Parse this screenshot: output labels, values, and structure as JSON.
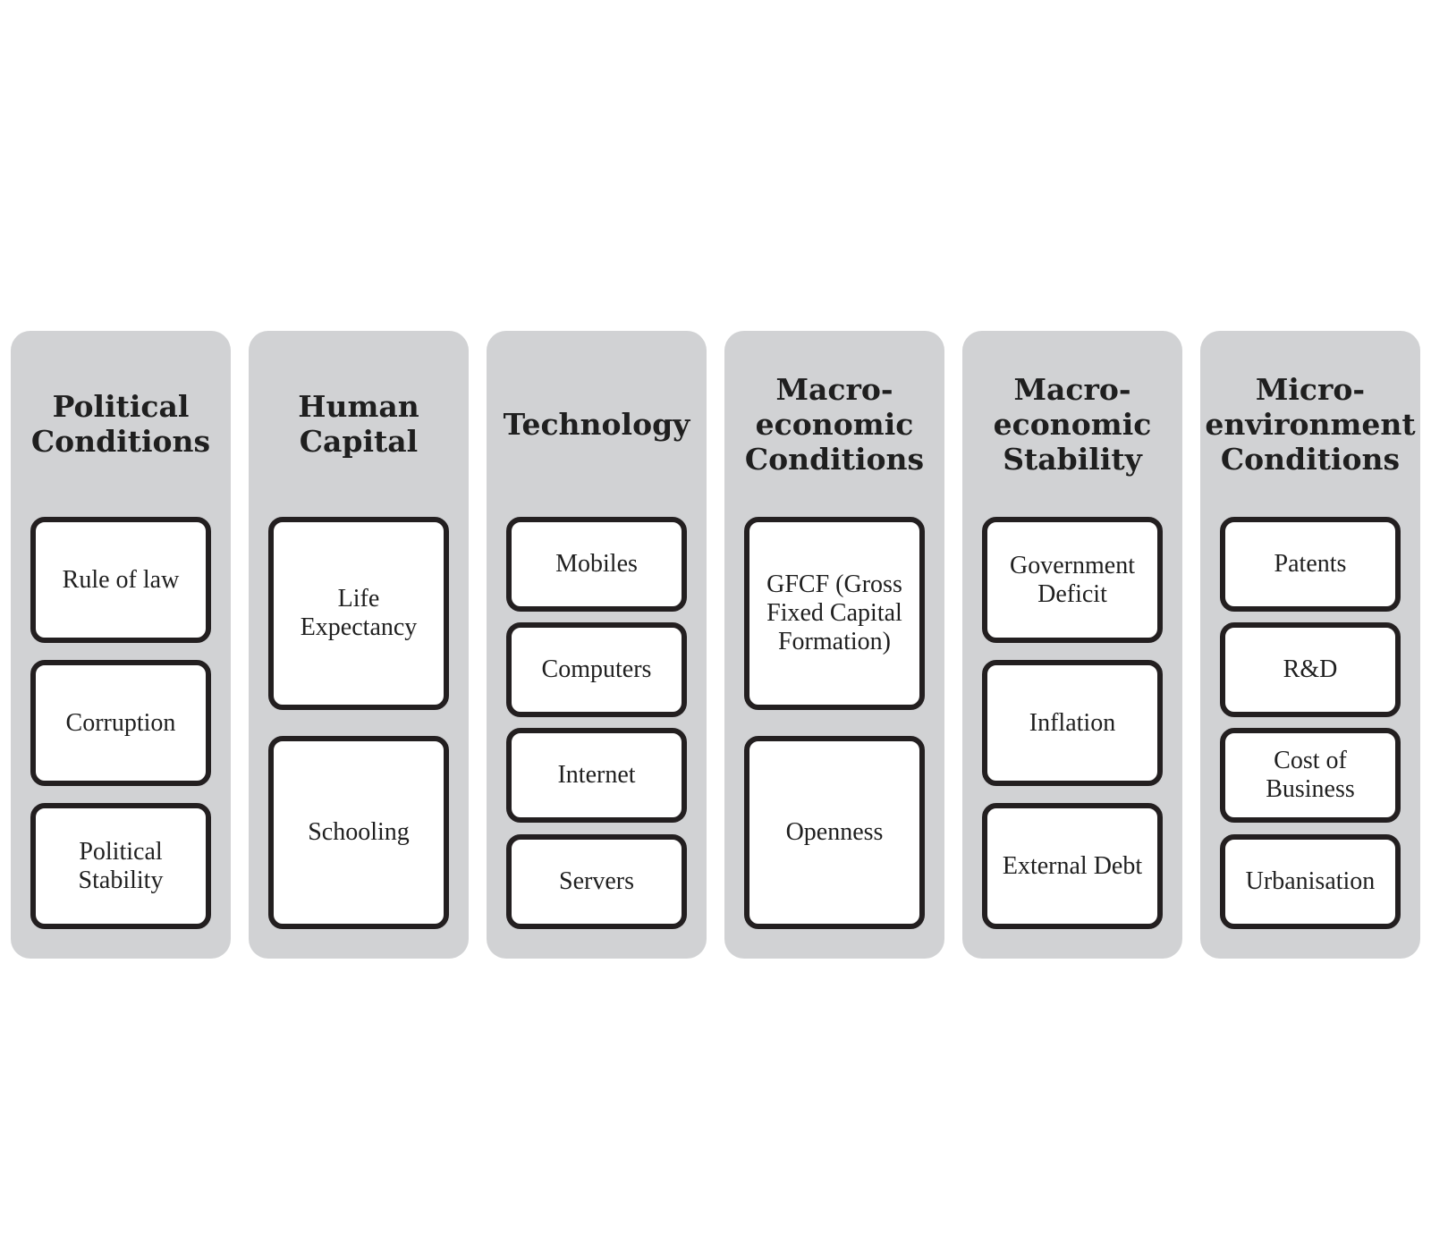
{
  "columns": [
    {
      "title": "Political\nConditions",
      "items": [
        "Rule of law",
        "Corruption",
        "Political\nStability"
      ]
    },
    {
      "title": "Human\nCapital",
      "items": [
        "Life\nExpectancy",
        "Schooling"
      ]
    },
    {
      "title": "Technology",
      "items": [
        "Mobiles",
        "Computers",
        "Internet",
        "Servers"
      ]
    },
    {
      "title": "Macro-\neconomic\nConditions",
      "items": [
        "GFCF (Gross\nFixed Capital\nFormation)",
        "Openness"
      ]
    },
    {
      "title": "Macro-\neconomic\nStability",
      "items": [
        "Government\nDeficit",
        "Inflation",
        "External Debt"
      ]
    },
    {
      "title": "Micro-\nenvironment\nConditions",
      "items": [
        "Patents",
        "R&D",
        "Cost of\nBusiness",
        "Urbanisation"
      ]
    }
  ],
  "colors": {
    "column_background": "#d1d2d4",
    "box_border": "#231f20",
    "box_background": "#ffffff",
    "text": "#1f1f1f"
  }
}
